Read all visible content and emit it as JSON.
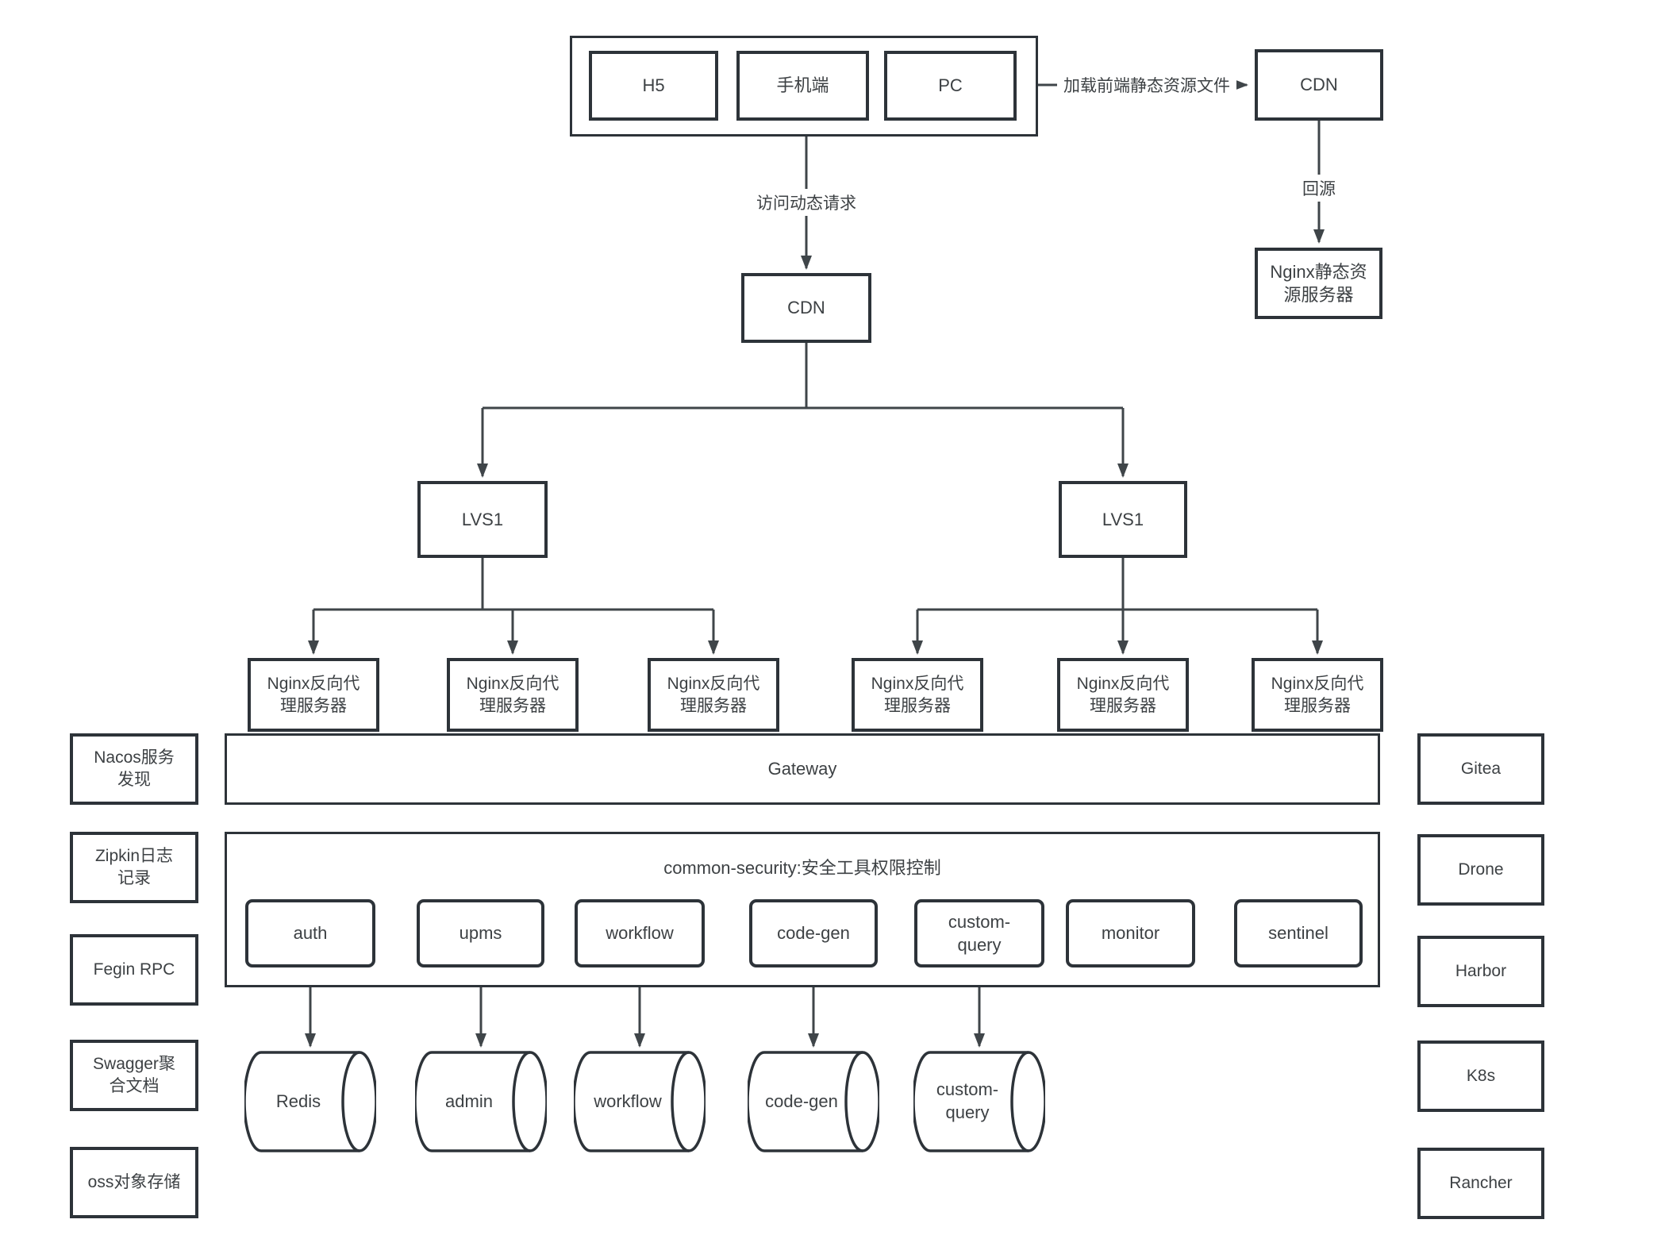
{
  "diagram": {
    "clients": {
      "items": [
        "H5",
        "手机端",
        "PC"
      ]
    },
    "edge_labels": {
      "load_static": "加载前端静态资源文件",
      "back_to_origin": "回源",
      "dynamic_request": "访问动态请求"
    },
    "nodes": {
      "cdn_edge": "CDN",
      "cdn_main": "CDN",
      "nginx_static_lines": [
        "Nginx静态资",
        "源服务器"
      ],
      "lvs_left": "LVS1",
      "lvs_right": "LVS1",
      "proxy_lines": [
        "Nginx反向代",
        "理服务器"
      ],
      "gateway": "Gateway"
    },
    "security": {
      "title": "common-security:安全工具权限控制",
      "services": [
        [
          "auth"
        ],
        [
          "upms"
        ],
        [
          "workflow"
        ],
        [
          "code-gen"
        ],
        [
          "custom-",
          "query"
        ],
        [
          "monitor"
        ],
        [
          "sentinel"
        ]
      ]
    },
    "datastores": [
      [
        "Redis"
      ],
      [
        "admin"
      ],
      [
        "workflow"
      ],
      [
        "code-gen"
      ],
      [
        "custom-",
        "query"
      ]
    ],
    "left_tools": [
      [
        "Nacos服务",
        "发现"
      ],
      [
        "Zipkin日志",
        "记录"
      ],
      [
        "Fegin RPC"
      ],
      [
        "Swagger聚",
        "合文档"
      ],
      [
        "oss对象存储"
      ]
    ],
    "right_tools": [
      "Gitea",
      "Drone",
      "Harbor",
      "K8s",
      "Rancher"
    ]
  }
}
